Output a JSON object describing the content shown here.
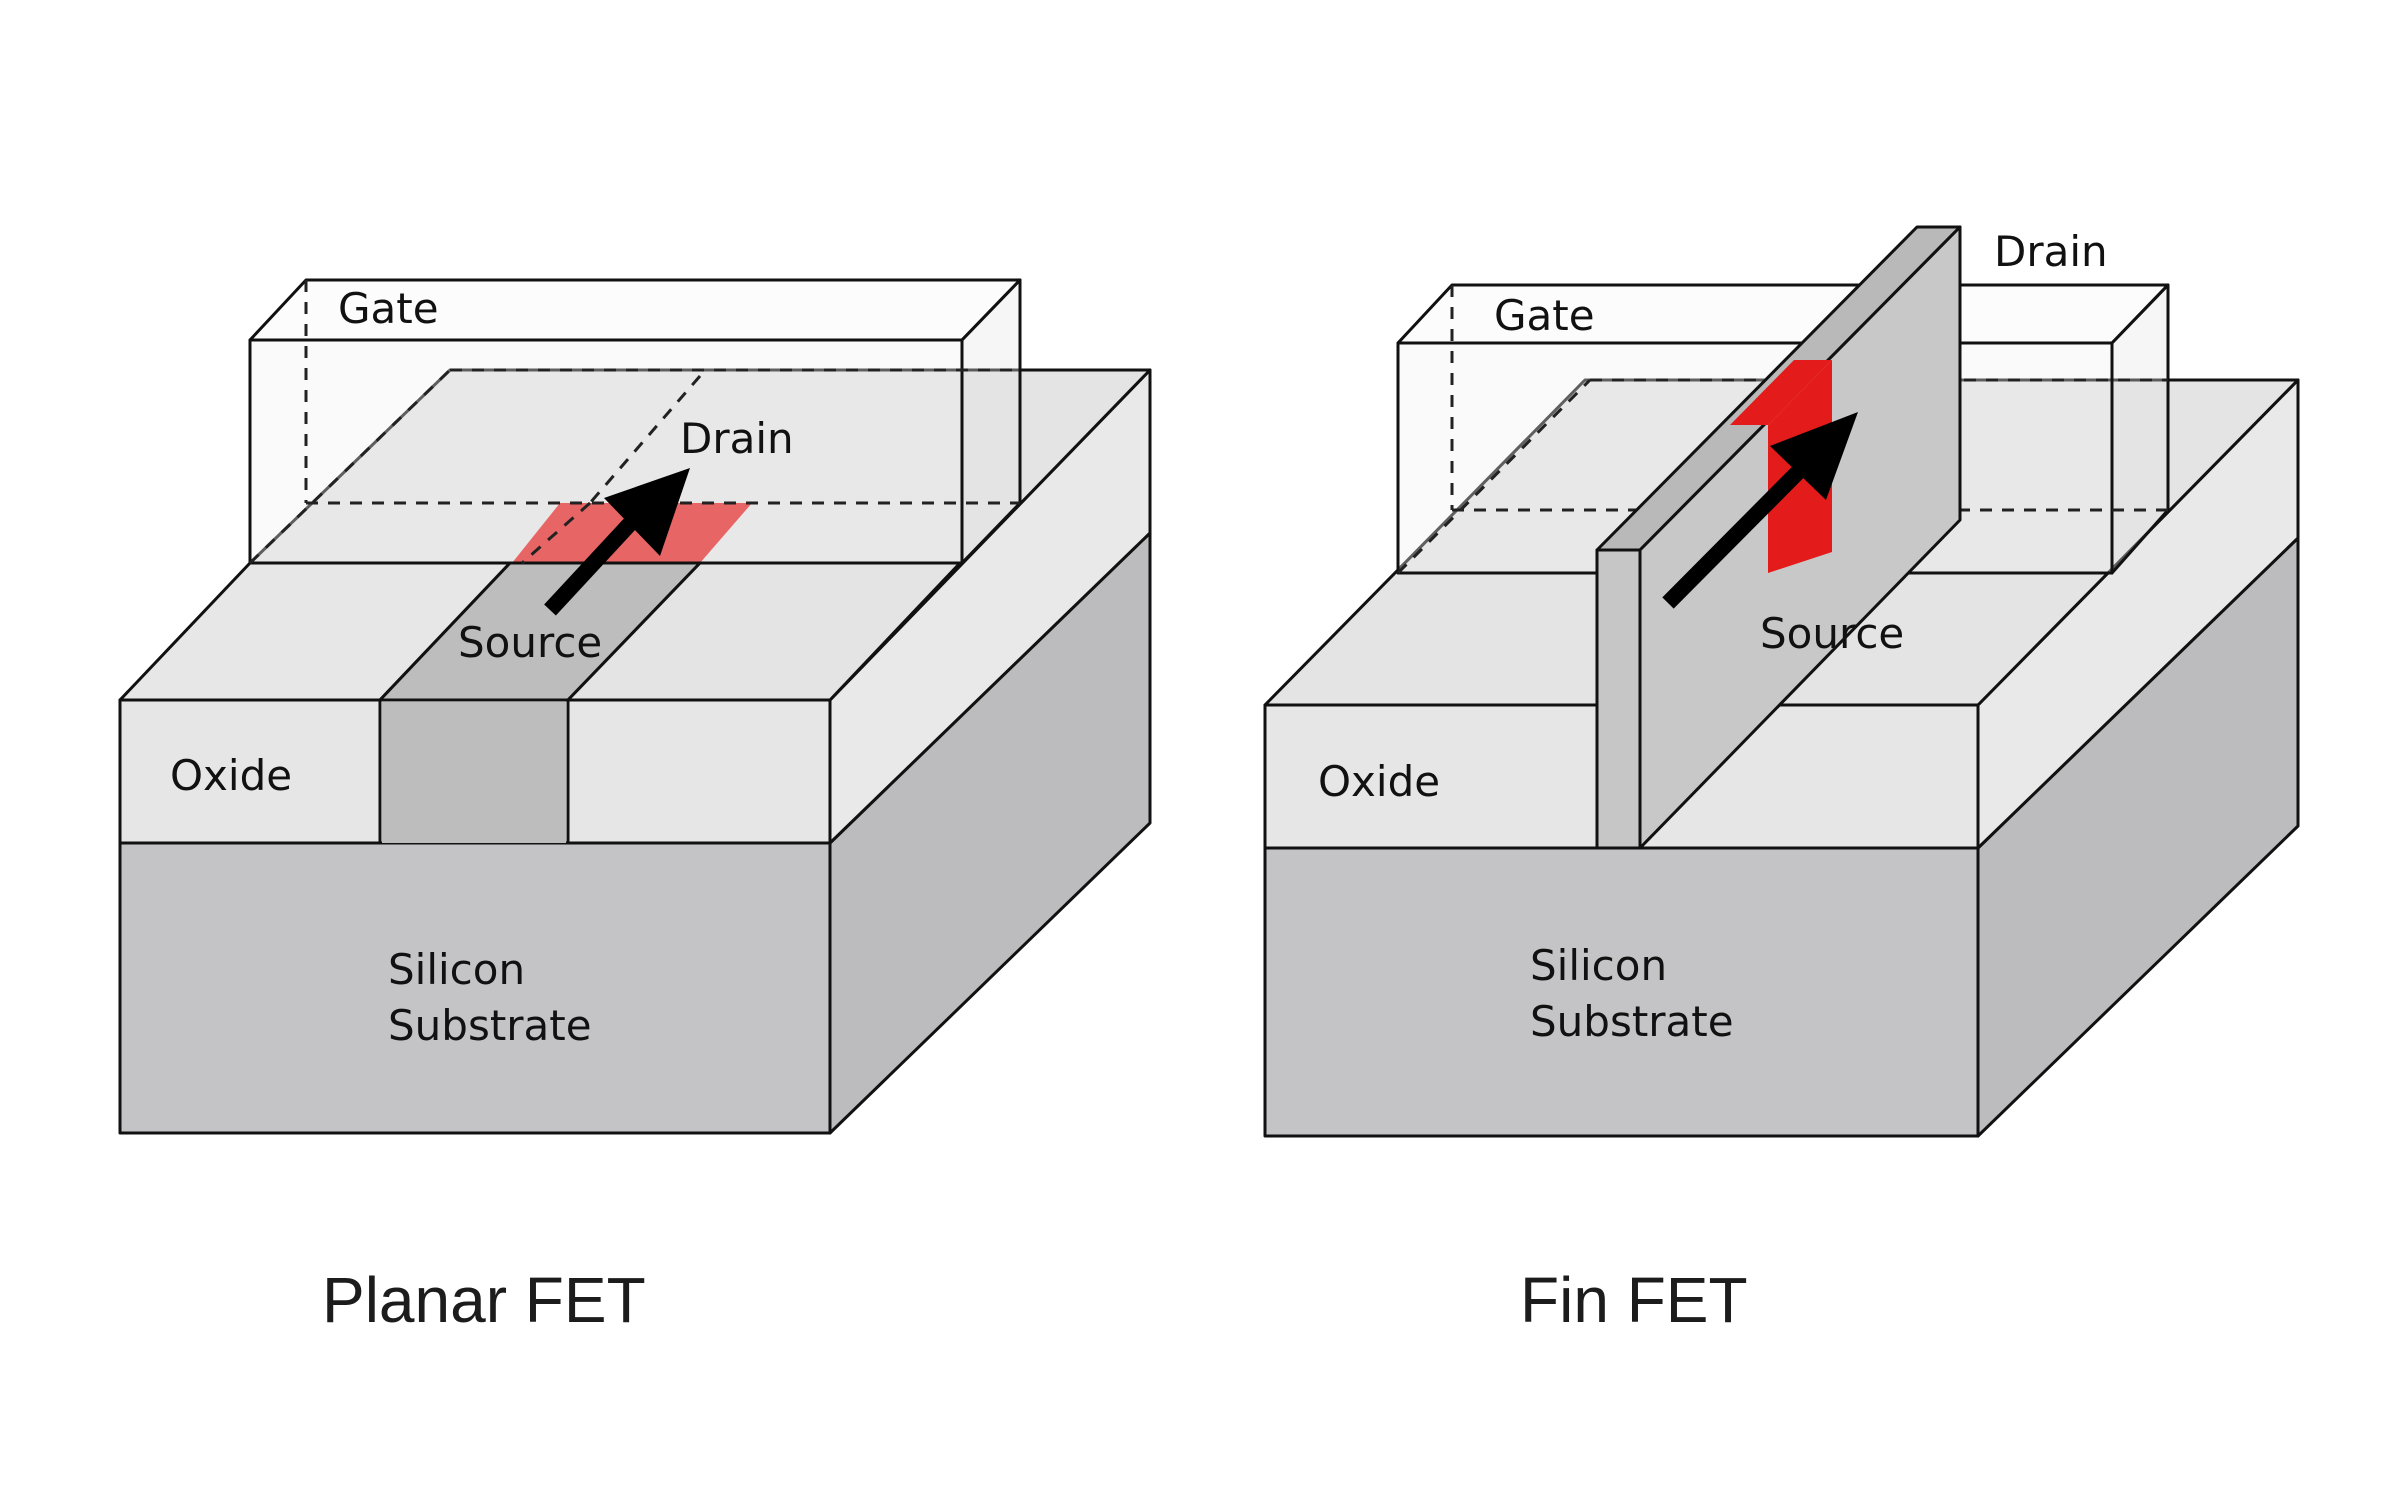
{
  "planar": {
    "gate": "Gate",
    "drain": "Drain",
    "source": "Source",
    "oxide": "Oxide",
    "substrate_line1": "Silicon",
    "substrate_line2": "Substrate",
    "caption": "Planar FET"
  },
  "fin": {
    "gate": "Gate",
    "drain": "Drain",
    "source": "Source",
    "oxide": "Oxide",
    "substrate_line1": "Silicon",
    "substrate_line2": "Substrate",
    "caption": "Fin FET"
  },
  "colors": {
    "oxide": "#e6e6e6",
    "substrate": "#c4c4c6",
    "channel": "#e41b1b",
    "outline": "#111111"
  }
}
